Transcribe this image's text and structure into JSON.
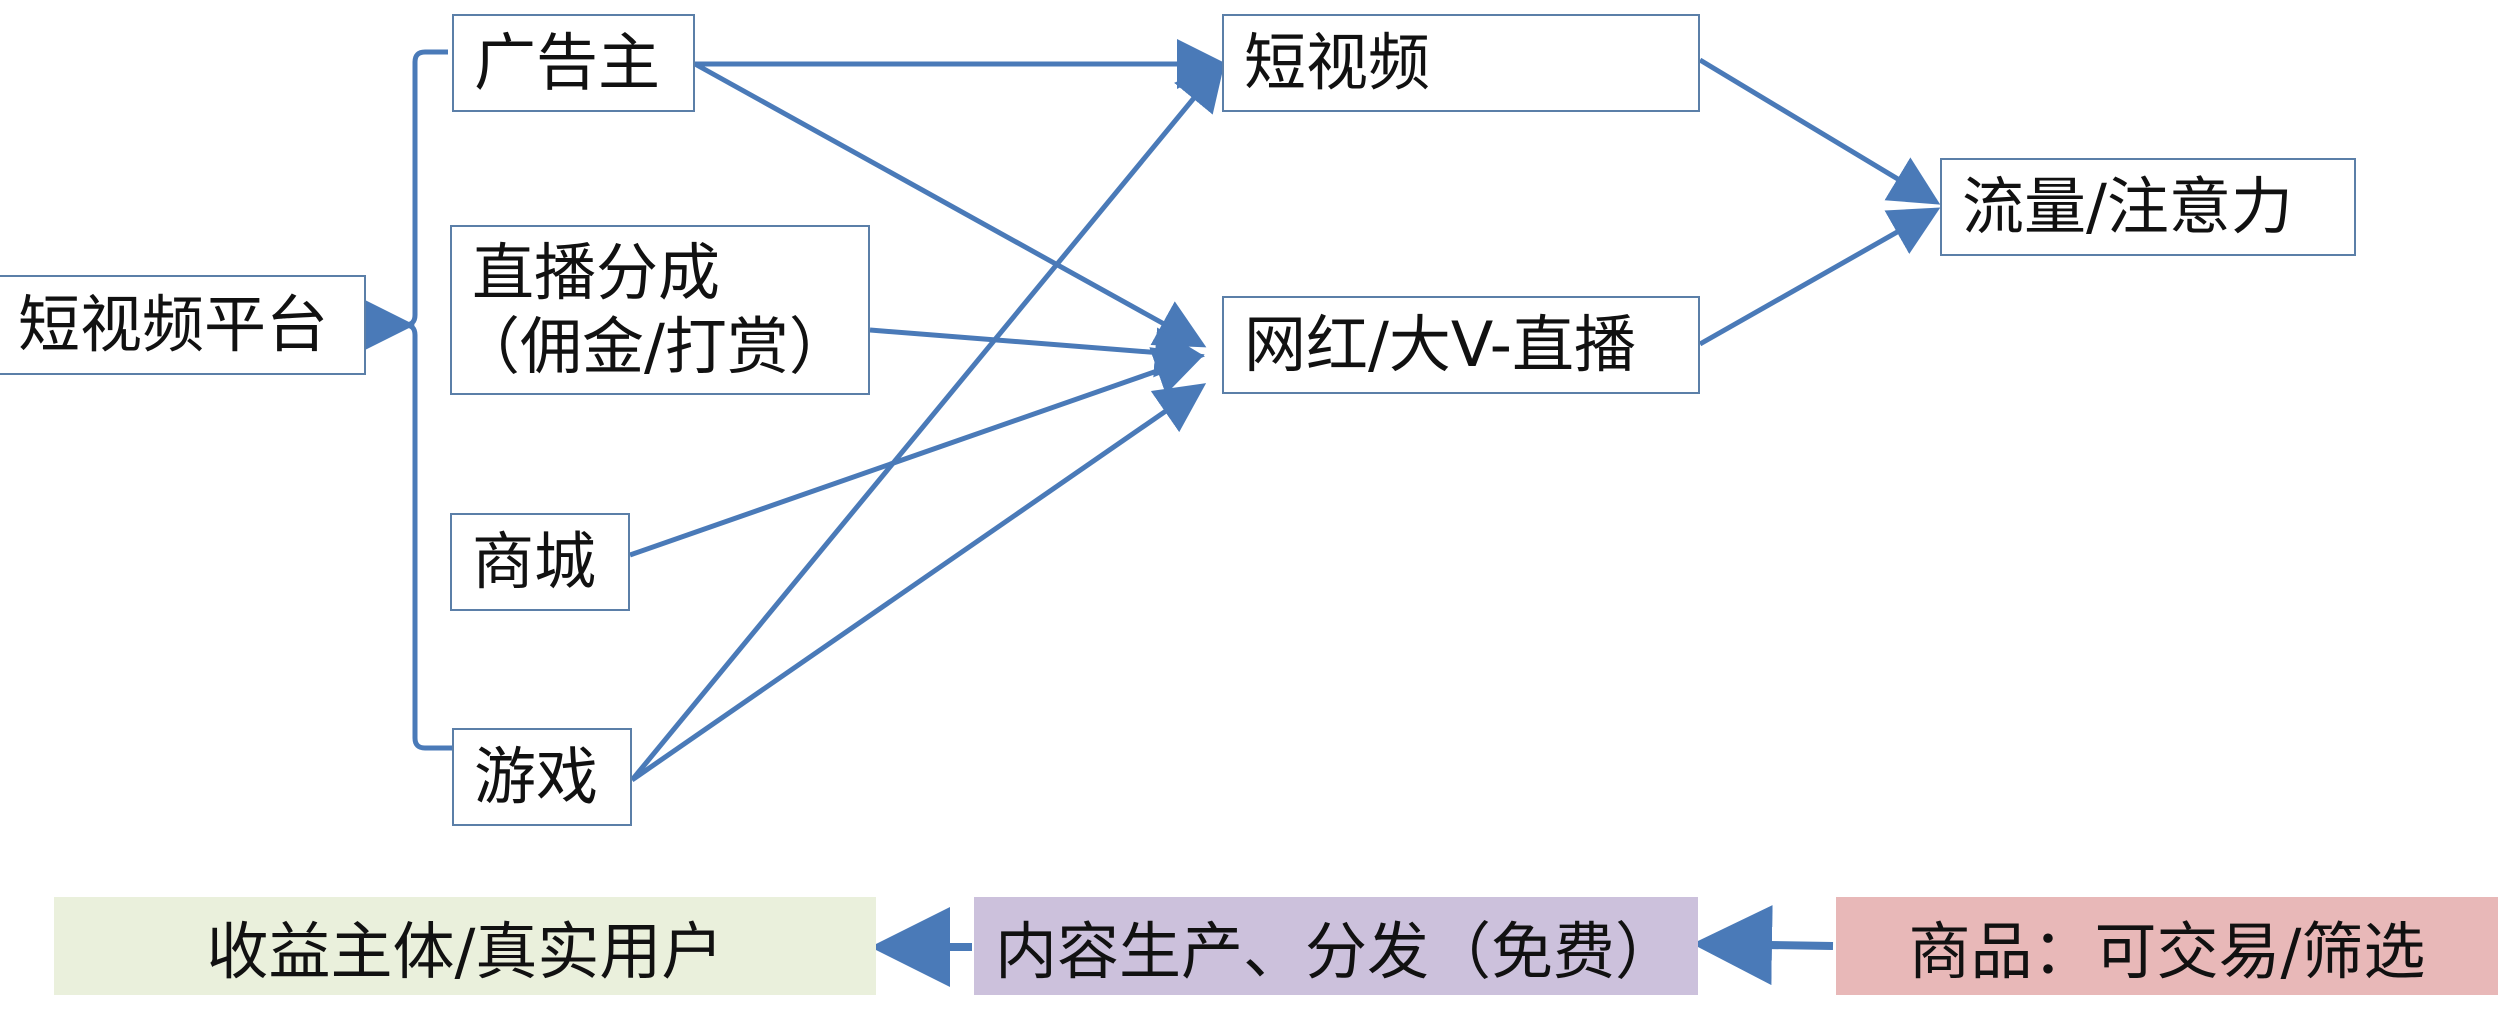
{
  "nodes": {
    "platform": "短视频平台",
    "advertiser": "广告主",
    "live_share_line1": "直播分成",
    "live_share_line2": "（佣金/打赏）",
    "mall": "商城",
    "game": "游戏",
    "short_video": "短视频",
    "influencer_live": "网红/大V-直播",
    "traffic": "流量/注意力"
  },
  "bottom": {
    "revenue": "收益主体/真实用户",
    "content": "内容生产、分发（免费）",
    "goods": "商品：可交易/筛选"
  },
  "colors": {
    "line": "#4a7ab8",
    "border": "#5b7fa8",
    "revenue_bg": "#eaf0dc",
    "content_bg": "#ccc1dc",
    "goods_bg": "#e8b8b8"
  }
}
